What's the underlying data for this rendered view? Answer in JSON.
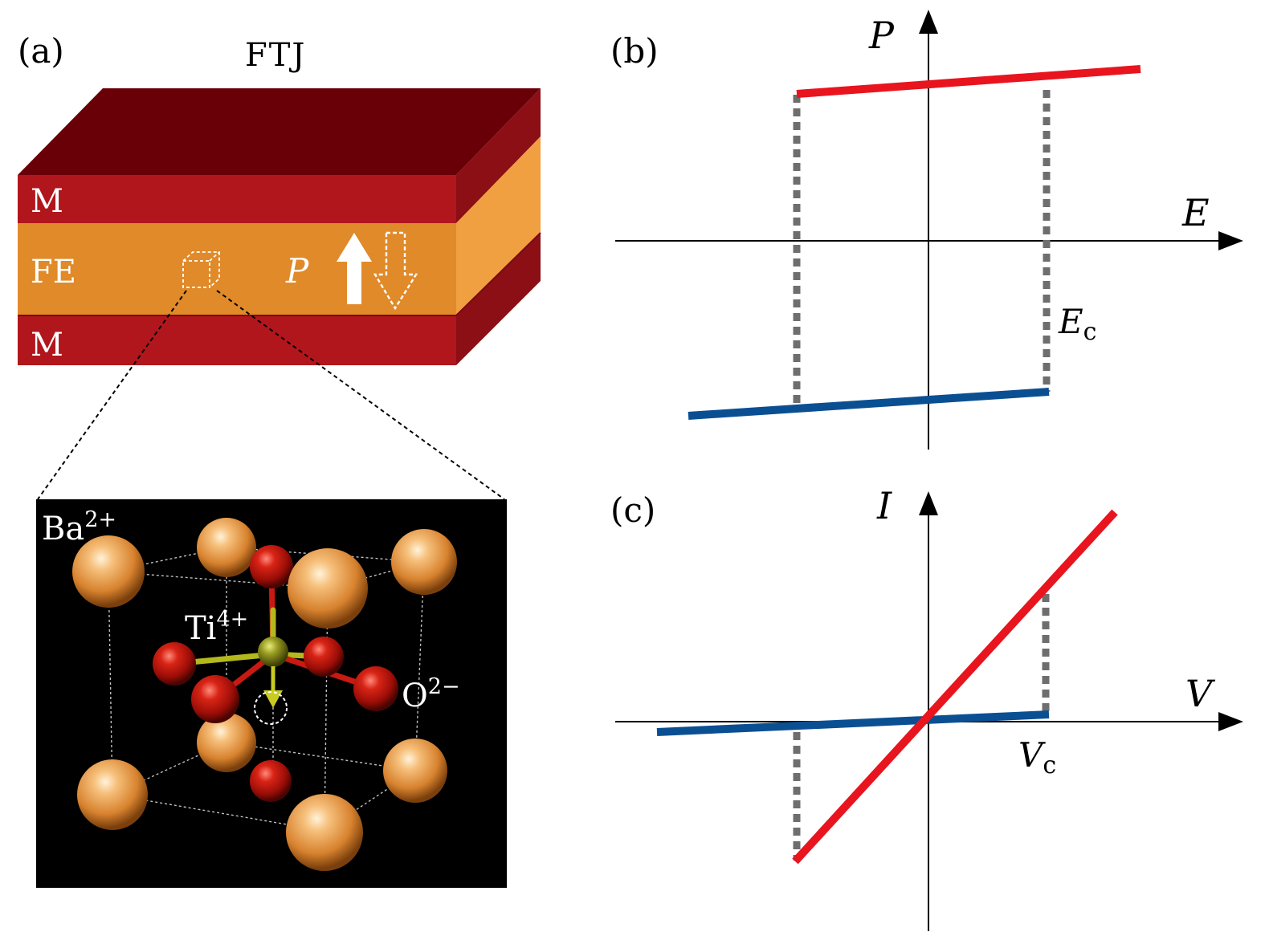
{
  "panel_a": {
    "tag": "(a)",
    "title": "FTJ",
    "layer_top": "M",
    "layer_mid": "FE",
    "layer_bot": "M",
    "polarization_symbol": "P",
    "ion_ba": "Ba",
    "ion_ba_charge": "2+",
    "ion_ti": "Ti",
    "ion_ti_charge": "4+",
    "ion_o": "O",
    "ion_o_charge": "2−",
    "colors": {
      "metal_front": "#b0151c",
      "metal_top": "#6d0008",
      "metal_side": "#8a0e14",
      "fe_front": "#e08a2a",
      "fe_side": "#ef9c3c",
      "crystal_bg": "#000000",
      "ba_sphere": "#f2a85a",
      "o_sphere": "#c0160f",
      "ti_sphere": "#8a8c1c"
    }
  },
  "panel_b": {
    "tag": "(b)",
    "y_label": "P",
    "x_label": "E",
    "coercive_label": "E",
    "coercive_sub": "c",
    "colors": {
      "upper": "#e8141e",
      "lower": "#0b4f93",
      "dashed": "#6e6e6e",
      "axis": "#000000"
    }
  },
  "panel_c": {
    "tag": "(c)",
    "y_label": "I",
    "x_label": "V",
    "coercive_label": "V",
    "coercive_sub": "c",
    "colors": {
      "on_state": "#e8141e",
      "off_state": "#0b4f93",
      "dashed": "#6e6e6e",
      "axis": "#000000"
    }
  }
}
